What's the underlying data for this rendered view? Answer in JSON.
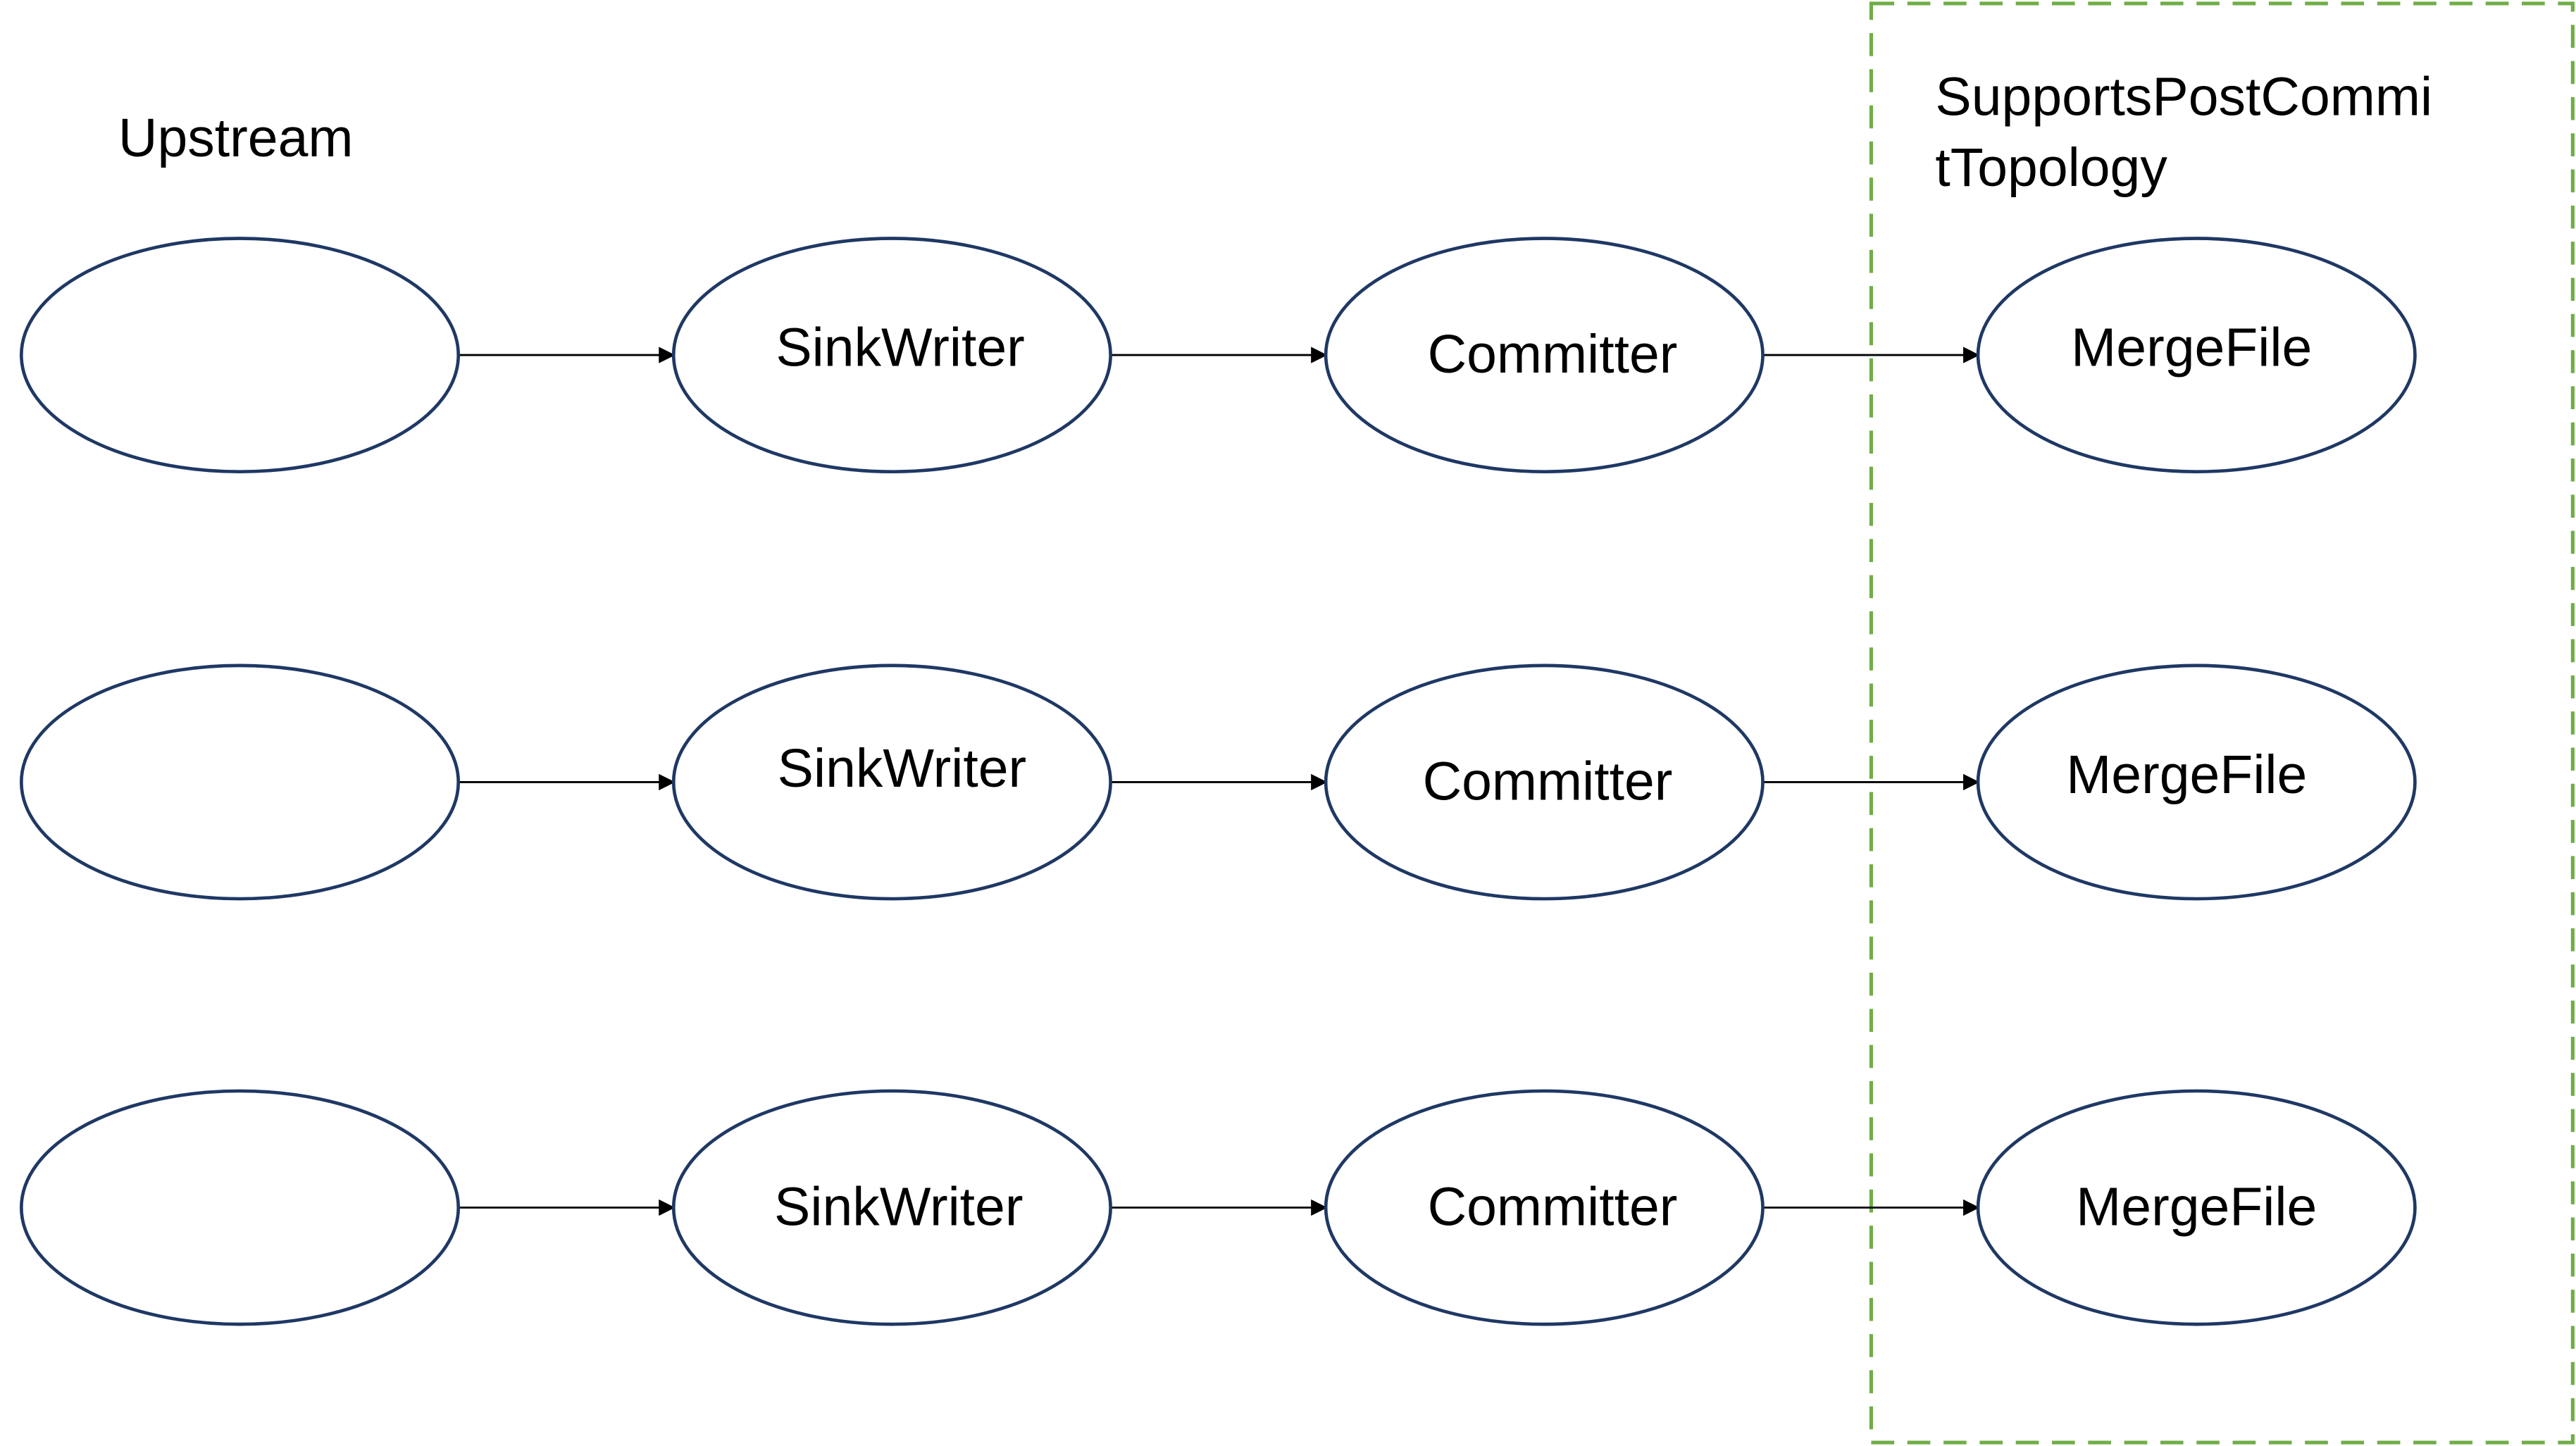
{
  "diagram": {
    "upstream_label": "Upstream",
    "group": {
      "title_line1": "SupportsPostCommi",
      "title_line2": "tTopology",
      "border_color": "#70AD47"
    },
    "node_stroke_color": "#1F3864",
    "rows": [
      {
        "upstream": "",
        "writer": "SinkWriter",
        "committer": "Committer",
        "post": "MergeFile"
      },
      {
        "upstream": "",
        "writer": "SinkWriter",
        "committer": "Committer",
        "post": "MergeFile"
      },
      {
        "upstream": "",
        "writer": "SinkWriter",
        "committer": "Committer",
        "post": "MergeFile"
      }
    ]
  }
}
